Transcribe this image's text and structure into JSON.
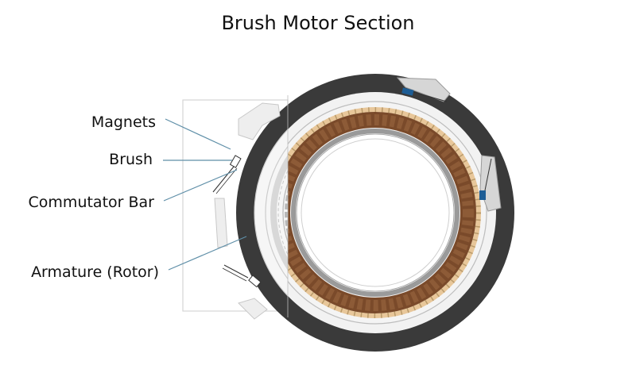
{
  "title": "Brush Motor Section",
  "labels": {
    "magnets": "Magnets",
    "brush": "Brush",
    "commutator_bar": "Commutator Bar",
    "armature": "Armature (Rotor)"
  },
  "colors": {
    "text": "#111111",
    "leader": "#5f8fa8",
    "outer_ring": "#3a3a3a",
    "housing": "#f1f1f1",
    "cutaway_frame": "#d4d4d4",
    "ghost_fill": "#f0f0f0",
    "ghost_stroke": "#c4c4c4",
    "winding_brown": "#7a4a2a",
    "winding_tan": "#e8c79a",
    "inner_gray": "#9a9a9a",
    "brush_blue": "#1d5d95"
  },
  "icons": {
    "motor": "motor-cross-section-icon",
    "brush": "brush-block-icon"
  }
}
